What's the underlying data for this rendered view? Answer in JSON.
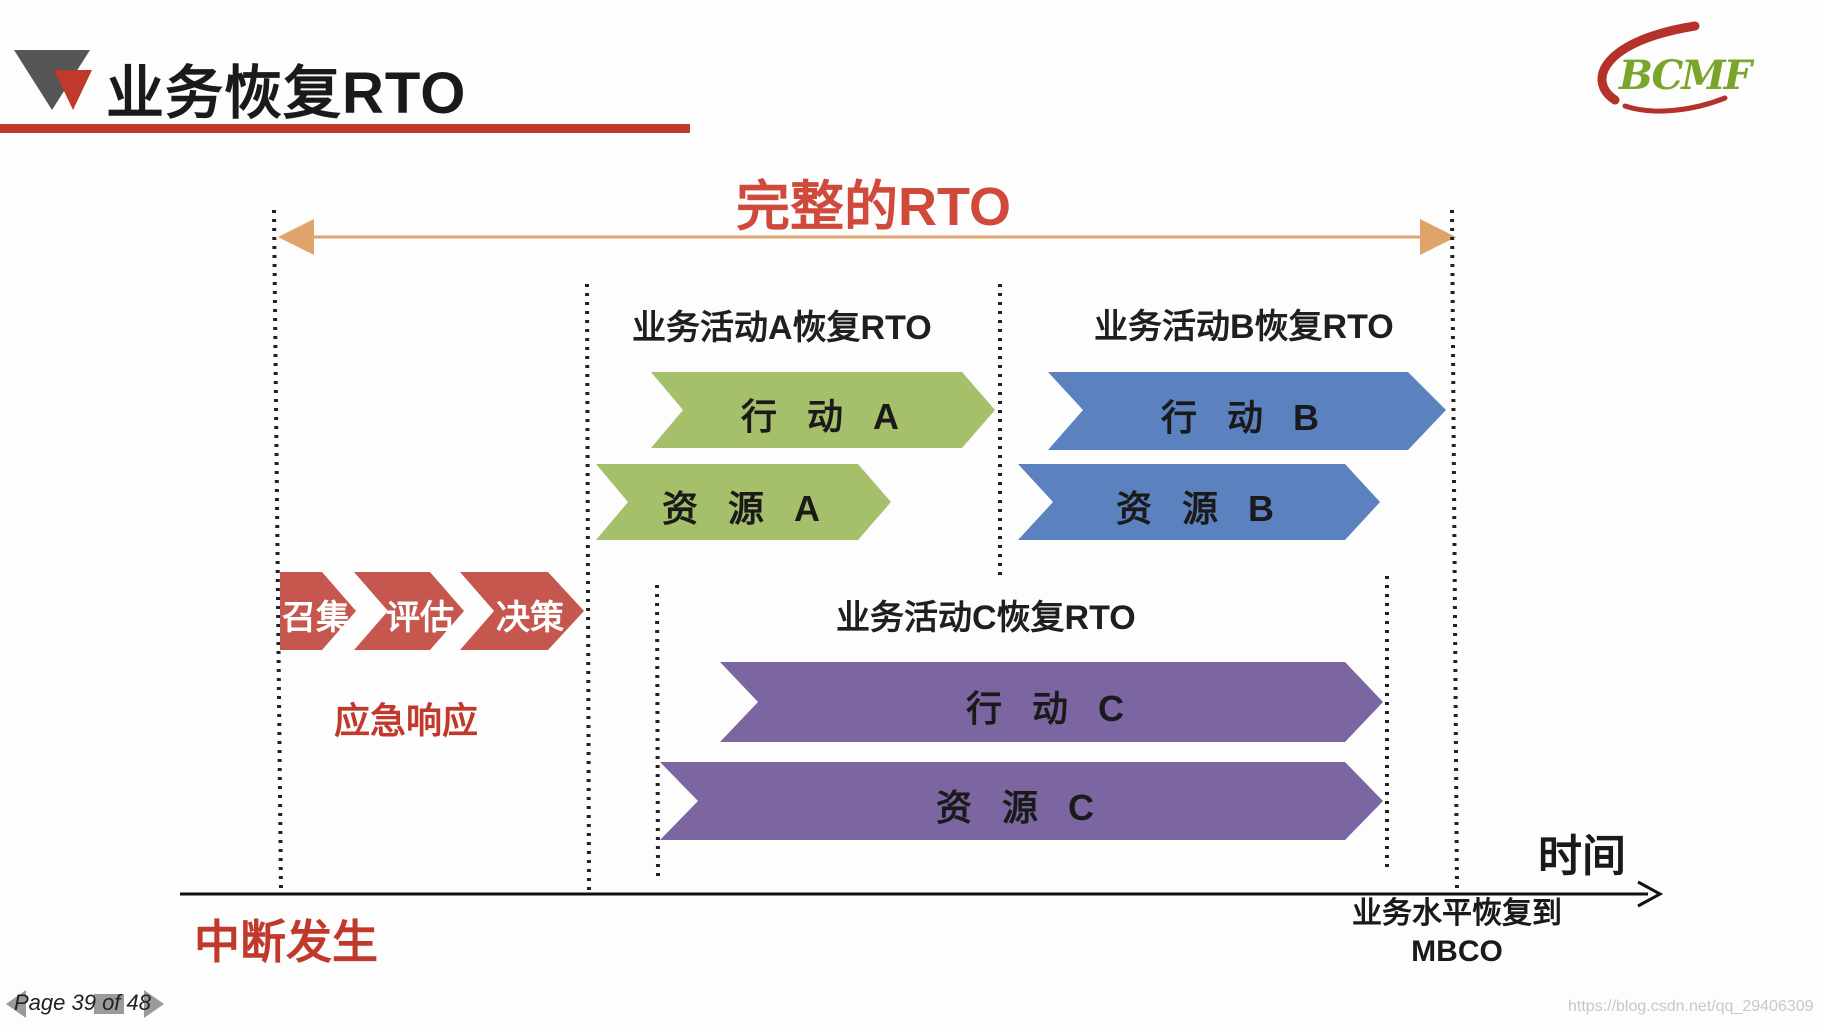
{
  "title": "业务恢复RTO",
  "logo_text": "BCMF",
  "full_rto_label": "完整的RTO",
  "activity_a": {
    "span_label": "业务活动A恢复RTO",
    "action": "行 动 A",
    "resource": "资 源 A"
  },
  "activity_b": {
    "span_label": "业务活动B恢复RTO",
    "action": "行 动 B",
    "resource": "资 源 B"
  },
  "activity_c": {
    "span_label": "业务活动C恢复RTO",
    "action": "行 动 C",
    "resource": "资 源 C"
  },
  "emergency_steps": [
    "召集",
    "评估",
    "决策"
  ],
  "emergency_label": "应急响应",
  "interruption_label": "中断发生",
  "axis_label": "时间",
  "mbco_line1": "业务水平恢复到",
  "mbco_line2": "MBCO",
  "page_indicator": "Page 39 of 48",
  "watermark": "https://blog.csdn.net/qq_29406309",
  "colors": {
    "accent_red": "#c0392b",
    "green": "#a6bf6a",
    "blue": "#5b82be",
    "purple": "#7b66a2",
    "red_chevron": "#c5574f",
    "arrow_orange": "#e0a46a"
  }
}
